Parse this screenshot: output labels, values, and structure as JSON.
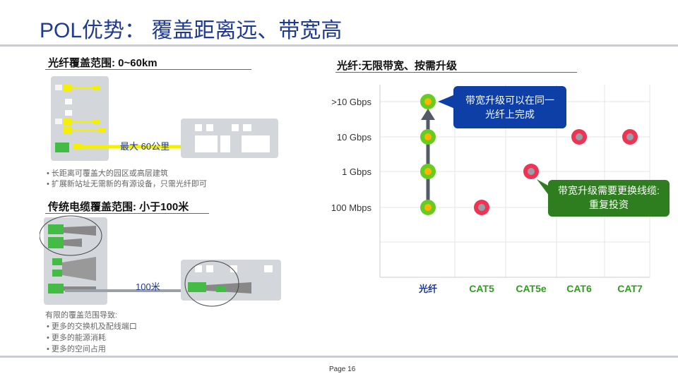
{
  "slide": {
    "title": "POL优势： 覆盖距离远、带宽高",
    "page_label": "Page 16"
  },
  "left": {
    "fiber_heading": "光纤覆盖范围: 0~60km",
    "fiber_distance_label": "最大 60公里",
    "fiber_bullets": [
      "• 长距离可覆盖大的园区或高层建筑",
      "• 扩展新站址无需新的有源设备，只需光纤即可"
    ],
    "copper_heading": "传统电缆覆盖范围:  小于100米",
    "copper_distance_label": "100米",
    "copper_intro": "有限的覆盖范围导致:",
    "copper_bullets": [
      "• 更多的交换机及配线端口",
      "• 更多的能源消耗",
      "• 更多的空间占用"
    ]
  },
  "right": {
    "heading": "光纤:无限带宽、按需升级",
    "callout_fiber": [
      "带宽升级可以在同一",
      "光纤上完成"
    ],
    "callout_copper": [
      "带宽升级需要更换线缆:",
      "重复投资"
    ]
  },
  "colors": {
    "title": "#1f3a93",
    "fiber_yellow": "#f5f000",
    "callout_blue": "#0d3fa6",
    "callout_green": "#2e7d1e",
    "copper_category_green": "#2e9e1e",
    "fiber_category_blue": "#1f3a93",
    "green_dot": "#66cc22",
    "red_dot": "#ee3355"
  },
  "chart_data": {
    "type": "scatter",
    "title": "光纤:无限带宽、按需升级",
    "categories": [
      "光纤",
      "CAT5",
      "CAT5e",
      "CAT6",
      "CAT7"
    ],
    "y_levels": [
      "100 Mbps",
      "1 Gbps",
      "10 Gbps",
      ">10 Gbps"
    ],
    "grid": true,
    "series": [
      {
        "points": [
          {
            "x": "光纤",
            "y": "100 Mbps"
          },
          {
            "x": "光纤",
            "y": "1 Gbps"
          },
          {
            "x": "光纤",
            "y": "10 Gbps"
          },
          {
            "x": "光纤",
            "y": ">10 Gbps"
          }
        ]
      },
      {
        "points": [
          {
            "x": "CAT5",
            "y": "100 Mbps"
          },
          {
            "x": "CAT5e",
            "y": "1 Gbps"
          },
          {
            "x": "CAT6",
            "y": "10 Gbps"
          },
          {
            "x": "CAT7",
            "y": "10 Gbps"
          }
        ]
      }
    ]
  }
}
